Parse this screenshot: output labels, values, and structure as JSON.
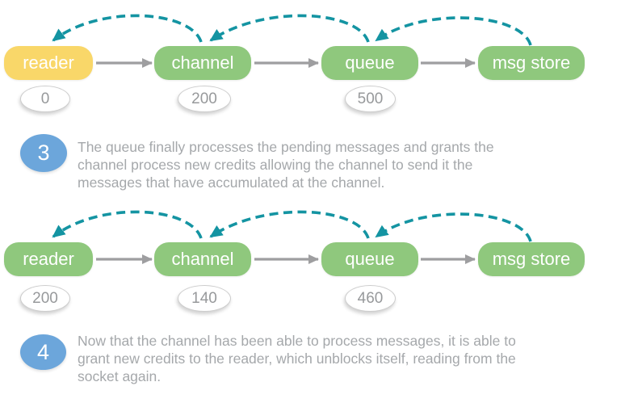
{
  "colors": {
    "node-yellow": "#F9D769",
    "node-green": "#8FC87D",
    "node-text": "#FFFFFF",
    "arc-teal": "#1494A2",
    "arrow-gray": "#9E9EA0",
    "badge-border": "#CDCDCD",
    "badge-text": "#97999B",
    "step-blue": "#6CA6DB",
    "step-number": "#FFFFFF",
    "body-text": "#A5A8AB"
  },
  "diagrams": [
    {
      "name": "credit-state-step-3",
      "nodes": [
        {
          "label": "reader",
          "fill": "#F9D769"
        },
        {
          "label": "channel",
          "fill": "#8FC87D"
        },
        {
          "label": "queue",
          "fill": "#8FC87D"
        },
        {
          "label": "msg store",
          "fill": "#8FC87D"
        }
      ],
      "credits": [
        {
          "node": "reader",
          "value": "0"
        },
        {
          "node": "channel",
          "value": "200"
        },
        {
          "node": "queue",
          "value": "500"
        }
      ]
    },
    {
      "name": "credit-state-step-4",
      "nodes": [
        {
          "label": "reader",
          "fill": "#8FC87D"
        },
        {
          "label": "channel",
          "fill": "#8FC87D"
        },
        {
          "label": "queue",
          "fill": "#8FC87D"
        },
        {
          "label": "msg store",
          "fill": "#8FC87D"
        }
      ],
      "credits": [
        {
          "node": "reader",
          "value": "200"
        },
        {
          "node": "channel",
          "value": "140"
        },
        {
          "node": "queue",
          "value": "460"
        }
      ]
    }
  ],
  "steps": [
    {
      "number": "3",
      "lines": [
        "The queue finally processes the pending messages and grants the",
        "channel process new credits allowing the channel to send it the",
        "messages that have accumulated at the channel."
      ]
    },
    {
      "number": "4",
      "lines": [
        "Now that the channel has been able to process messages, it is able to",
        "grant new credits to the reader, which unblocks itself, reading from the",
        "socket again."
      ]
    }
  ]
}
